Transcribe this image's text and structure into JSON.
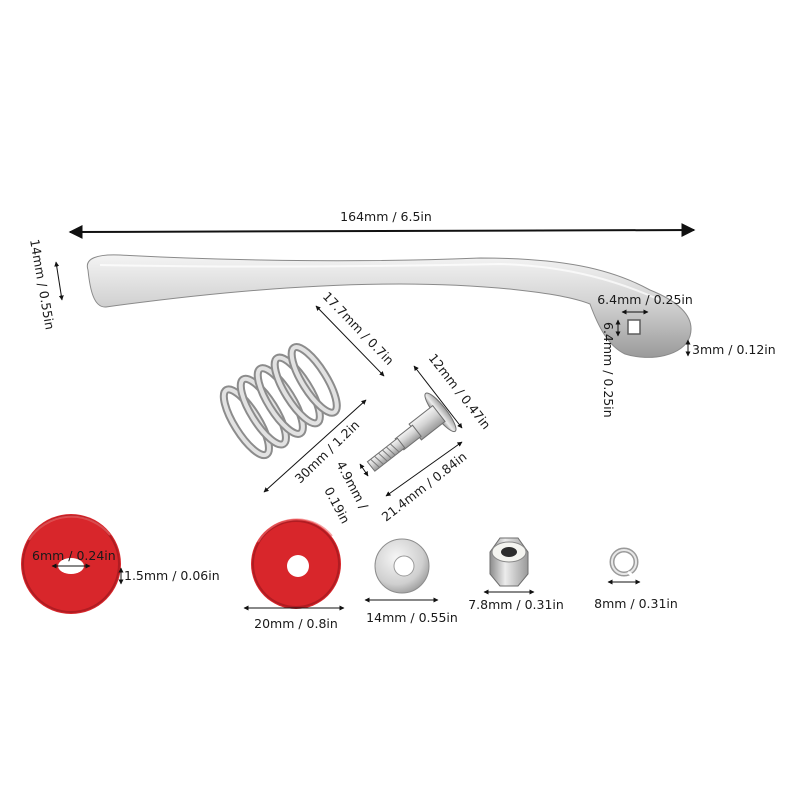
{
  "labels": {
    "lever_length": "164mm / 6.5in",
    "lever_width": "14mm / 0.55in",
    "square_hole_w": "6.4mm / 0.25in",
    "square_hole_h": "6.4mm / 0.25in",
    "lever_thickness": "3mm / 0.12in",
    "spring_diameter": "17.7mm / 0.7in",
    "spring_length": "30mm / 1.2in",
    "bolt_head": "12mm / 0.47in",
    "bolt_length": "21.4mm / 0.84in",
    "bolt_thread": "4.9mm / 0.19in",
    "washer_hole": "6mm / 0.24in",
    "washer_thickness": "1.5mm / 0.06in",
    "red_washer_diameter": "20mm / 0.8in",
    "metal_washer_diameter": "14mm / 0.55in",
    "nut_size": "7.8mm / 0.31in",
    "spring_washer_size": "8mm / 0.31in"
  },
  "colors": {
    "steel_light": "#e6e6e6",
    "steel_mid": "#b8b8b8",
    "steel_dark": "#7a7a7a",
    "fiber_red": "#d8262b",
    "nylon_white": "#f4f4f0",
    "arrow": "#111111"
  }
}
